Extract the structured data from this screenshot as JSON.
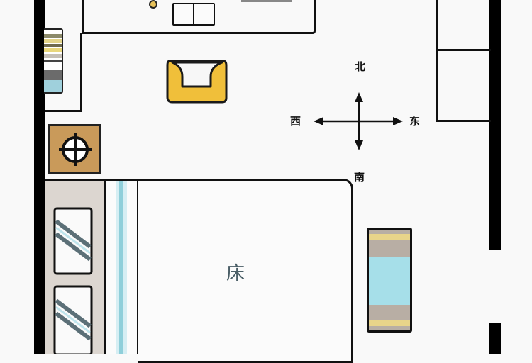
{
  "diagram": {
    "type": "floor-plan",
    "compass": {
      "north": "北",
      "south": "南",
      "east": "东",
      "west": "西"
    },
    "rooms": {
      "bed_label": "床"
    },
    "colors": {
      "wall": "#000000",
      "background": "#f9f9f9",
      "armchair": "#f0bf3a",
      "stove": "#c99a5a",
      "wardrobe": "#dcd6d0",
      "glass": "#a8dbe4",
      "cabinet_beige": "#b8aea4",
      "cabinet_blue": "#a6dfe9"
    }
  }
}
